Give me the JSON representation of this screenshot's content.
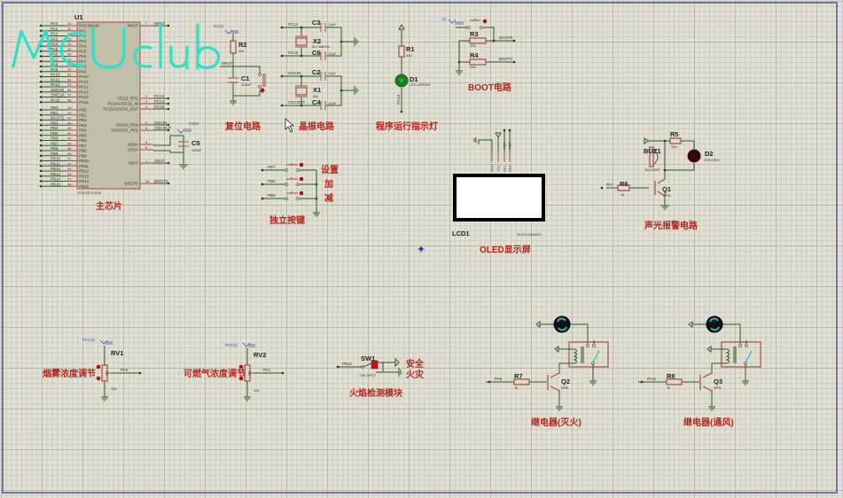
{
  "watermark": "MCUclub",
  "mcu": {
    "ref": "U1",
    "part": "STM32F103C8",
    "title": "主芯片",
    "left_pins_a": [
      {
        "net": "PA0",
        "num": "10",
        "name": "PA0-WKUP"
      },
      {
        "net": "PA1",
        "num": "11",
        "name": "PA1"
      },
      {
        "net": "PA2",
        "num": "12",
        "name": "PA2"
      },
      {
        "net": "PA3",
        "num": "13",
        "name": "PA3"
      },
      {
        "net": "PA4",
        "num": "14",
        "name": "PA4"
      },
      {
        "net": "PA5",
        "num": "15",
        "name": "PA5"
      },
      {
        "net": "PA6",
        "num": "16",
        "name": "PA6"
      },
      {
        "net": "PA7",
        "num": "17",
        "name": "PA7"
      },
      {
        "net": "PA8",
        "num": "29",
        "name": "PA8"
      },
      {
        "net": "PA9",
        "num": "30",
        "name": "PA9"
      },
      {
        "net": "PA10",
        "num": "31",
        "name": "PA10"
      },
      {
        "net": "PA11",
        "num": "32",
        "name": "PA11"
      },
      {
        "net": "PA12",
        "num": "33",
        "name": "PA12"
      },
      {
        "net": "SWDIO",
        "num": "34",
        "name": "PA13"
      },
      {
        "net": "SWCLK",
        "num": "37",
        "name": "PA14"
      },
      {
        "net": "PA15",
        "num": "38",
        "name": "PA15"
      }
    ],
    "left_pins_b": [
      {
        "net": "PB0",
        "num": "18",
        "name": "PB0"
      },
      {
        "net": "PB1",
        "num": "19",
        "name": "PB1"
      },
      {
        "net": "BOOT1",
        "num": "20",
        "name": "PB2"
      },
      {
        "net": "PB3",
        "num": "39",
        "name": "PB3"
      },
      {
        "net": "PB4",
        "num": "40",
        "name": "PB4"
      },
      {
        "net": "PB5",
        "num": "41",
        "name": "PB5"
      },
      {
        "net": "PB6",
        "num": "42",
        "name": "PB6"
      },
      {
        "net": "PB7",
        "num": "43",
        "name": "PB7"
      },
      {
        "net": "PB8",
        "num": "45",
        "name": "PB8"
      },
      {
        "net": "PB9",
        "num": "46",
        "name": "PB9"
      },
      {
        "net": "PB10",
        "num": "21",
        "name": "PB10"
      },
      {
        "net": "PB11",
        "num": "22",
        "name": "PB11"
      },
      {
        "net": "PB12",
        "num": "25",
        "name": "PB12"
      },
      {
        "net": "PB13",
        "num": "26",
        "name": "PB13"
      },
      {
        "net": "PB14",
        "num": "27",
        "name": "PB14"
      },
      {
        "net": "PB15",
        "num": "28",
        "name": "PB15"
      }
    ],
    "right_pins": [
      {
        "name": "NRST",
        "num": "7",
        "net": "NRST"
      },
      {
        "name": "PC13_RTC",
        "num": "2",
        "net": "PC13"
      },
      {
        "name": "PC14-OSC32_IN",
        "num": "3",
        "net": "PC14"
      },
      {
        "name": "PC15-OSC32_OUT",
        "num": "4",
        "net": "PC15"
      },
      {
        "name": "OSCIN_PD0",
        "num": "5",
        "net": "OSCIN"
      },
      {
        "name": "OSCOUT_PD1",
        "num": "6",
        "net": "OSCOUT"
      },
      {
        "name": "VDDA",
        "num": "9",
        "net": ""
      },
      {
        "name": "VSSA",
        "num": "8",
        "net": ""
      },
      {
        "name": "VBAT",
        "num": "1",
        "net": "VBAT"
      },
      {
        "name": "BOOT0",
        "num": "44",
        "net": "BOOT0"
      }
    ],
    "c5": {
      "ref": "C5",
      "value": "100nF",
      "probe": "C5(2)"
    }
  },
  "reset": {
    "title": "复位电路",
    "r_ref": "R2",
    "r_val": "10k",
    "c_ref": "C1",
    "c_val": "100nF",
    "net": "NRST",
    "probe": "R2(2)"
  },
  "crystal": {
    "title": "晶振电路",
    "x2": {
      "ref": "X2",
      "val": "32.768KHz",
      "net_a": "PC14",
      "net_b": "PC15",
      "ca": "C3",
      "cb": "C6",
      "cval": "12pF"
    },
    "x1": {
      "ref": "X1",
      "val": "8M",
      "net_a": "OSCIN",
      "net_b": "OSCOUT",
      "ca": "C2",
      "cb": "C4",
      "cval": "12pF"
    }
  },
  "led_run": {
    "title": "程序运行指示灯",
    "r_ref": "R1",
    "r_val": "300",
    "d_ref": "D1",
    "d_val": "LED-GREEN",
    "net": "PC13"
  },
  "boot": {
    "title": "BOOT电路",
    "probe": "(1)",
    "r3": "R3",
    "r4": "R4",
    "rval": "10k",
    "net0": "BOOT0",
    "net1": "BOOT1"
  },
  "keys": {
    "title": "独立按键",
    "rows": [
      {
        "net": "PB7",
        "label": "设置"
      },
      {
        "net": "PB8",
        "label": "加"
      },
      {
        "net": "PB9",
        "label": "减"
      }
    ]
  },
  "oled": {
    "title": "OLED显示屏",
    "ref": "LCD1",
    "part": "OLED12864I2C",
    "pins": [
      "GND",
      "VCC",
      "SCL",
      "SDA"
    ],
    "nets": [
      "",
      "",
      "PB6",
      "PB7"
    ]
  },
  "alarm": {
    "title": "声光报警电路",
    "r5": "R5",
    "r5_val": "300",
    "d2": "D2",
    "d2_val": "LED-RED",
    "buz": "BUZ1",
    "buz_val": "BUZZER",
    "r6": "R6",
    "r6_val": "1k",
    "q": "Q1",
    "q_val": "NPN",
    "net": "PA7"
  },
  "rv1": {
    "title": "烟雾浓度调节",
    "ref": "RV1",
    "val": "10k",
    "net": "PA0",
    "probe": "RV1(2)"
  },
  "rv2": {
    "title": "可燃气浓度调节",
    "ref": "RV2",
    "val": "10k",
    "net": "PA1",
    "probe": "RV2(2)"
  },
  "flame": {
    "title": "火焰检测模块",
    "ref": "SW1",
    "part": "SW-SPDT",
    "net": "PB12",
    "safe": "安全",
    "fire": "火灾"
  },
  "relay1": {
    "title": "继电器(灭火)",
    "r": "R7",
    "rval": "1k",
    "q": "Q2",
    "qval": "NPN",
    "net": "PA8"
  },
  "relay2": {
    "title": "继电器(通风)",
    "r": "R8",
    "rval": "1k",
    "q": "Q3",
    "qval": "NPN",
    "net": "PA11"
  }
}
